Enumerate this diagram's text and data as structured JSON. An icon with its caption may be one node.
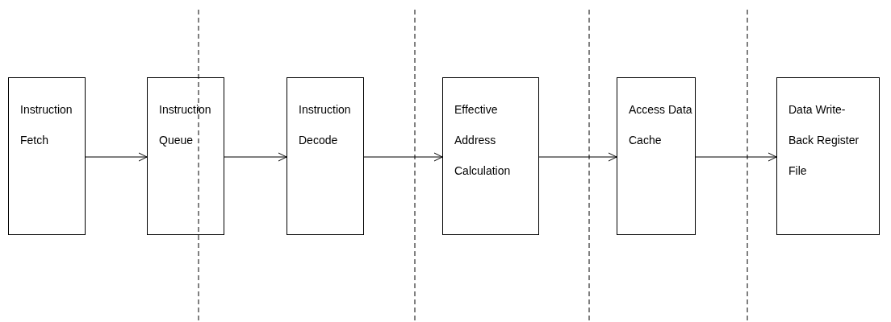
{
  "diagram": {
    "nodes": [
      {
        "text": [
          "Instruction Fetch"
        ]
      },
      {
        "text": [
          "Instruction Queue"
        ]
      },
      {
        "text": [
          "Instruction Decode"
        ]
      },
      {
        "text": [
          "Effective Address Calculation"
        ]
      },
      {
        "text": [
          "Access Data Cache"
        ]
      },
      {
        "text": [
          "Data Write-Back Register File"
        ]
      }
    ],
    "edges": [
      {
        "from": 0,
        "to": 1,
        "arrow": "to"
      },
      {
        "from": 1,
        "to": 2,
        "arrow": "to"
      },
      {
        "from": 2,
        "to": 3,
        "arrow": "to"
      },
      {
        "from": 3,
        "to": 4,
        "arrow": "to"
      },
      {
        "from": 4,
        "to": 5,
        "arrow": "to"
      }
    ]
  }
}
